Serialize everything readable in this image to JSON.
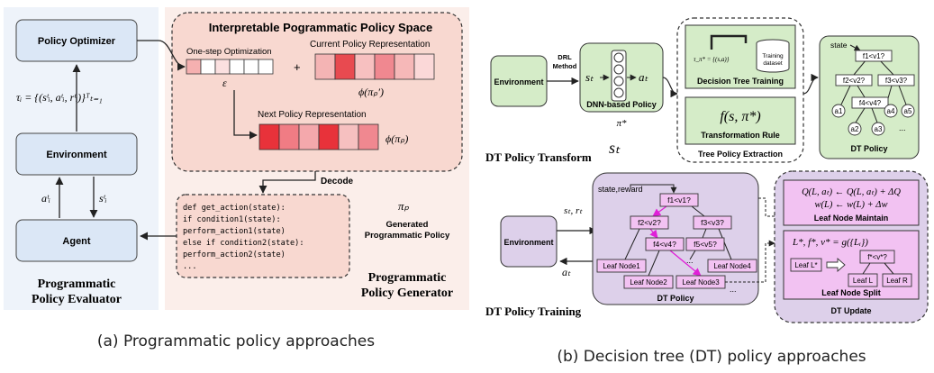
{
  "colors": {
    "blue_panel": "#eef3fa",
    "blue_box": "#dbe7f6",
    "pink_panel": "#fbeeea",
    "pink_box": "#f8d8d0",
    "green_box": "#d5ecc8",
    "purple_box": "#ddd0ea",
    "magenta_box": "#f2c2f2",
    "red_strong": "#e8323a",
    "magenta_arrow": "#e020d8"
  },
  "a": {
    "caption": "(a) Programmatic policy approaches",
    "evaluator": {
      "policy_optimizer": "Policy Optimizer",
      "environment": "Environment",
      "agent": "Agent",
      "title_line1": "Programmatic",
      "title_line2": "Policy Evaluator",
      "tau_label": "τᵢ = {(sᵗᵢ, aᵗᵢ, rᵗᵢ)}ᵀₜ₌₁",
      "action_label": "aᵗᵢ",
      "state_label": "sᵗᵢ"
    },
    "space": {
      "title": "Interpretable Pogrammatic Policy Space",
      "one_step": "One-step Optimization",
      "current_rep": "Current Policy Representation",
      "next_rep": "Next Policy Representation",
      "epsilon": "ε",
      "plus": "+",
      "phi_prev": "ϕ(πₚ′)",
      "phi_p": "ϕ(πₚ)"
    },
    "decode": "Decode",
    "code_lines": [
      "def get_action(state):",
      "  if condition1(state):",
      "    perform_action1(state)",
      "  else if condition2(state):",
      "    perform_action2(state)",
      "  ..."
    ],
    "pi_p": "πₚ",
    "generated_line1": "Generated",
    "generated_line2": "Programmatic Policy",
    "generator_line1": "Programmatic",
    "generator_line2": "Policy Generator"
  },
  "b": {
    "caption": "(b) Decision tree (DT) policy approaches",
    "transform": {
      "environment": "Environment",
      "drl_line1": "DRL",
      "drl_line2": "Method",
      "s_t": "sₜ",
      "a_t": "aₜ",
      "dnn_policy": "DNN-based Policy",
      "pi_star": "π*",
      "tau_set": "τ_π* = {(s,a)}",
      "training_line1": "Training",
      "training_line2": "dataset",
      "dt_training": "Decision Tree Training",
      "f_expr": "f(s, π*)",
      "transformation_rule": "Transformation Rule",
      "tree_extraction": "Tree Policy Extraction",
      "big_s_t": "sₜ",
      "title": "DT Policy Transform",
      "state": "state",
      "nodes": [
        "f1<v1?",
        "f2<v2?",
        "f3<v3?",
        "f4<v4?"
      ],
      "leaves": [
        "a1",
        "a4",
        "a5",
        "a2",
        "a3"
      ],
      "dots": "...",
      "dt_policy": "DT Policy"
    },
    "training": {
      "environment": "Environment",
      "state_reward": "state,reward",
      "s_r": "sₜ, rₜ",
      "a_t": "aₜ",
      "nodes": [
        "f1<v1?",
        "f2<v2?",
        "f3<v3?",
        "f4<v4?",
        "f5<v5?"
      ],
      "leaf_nodes": [
        "Leaf Node1",
        "Leaf Node4",
        "Leaf Node2",
        "Leaf Node3"
      ],
      "dots": "...",
      "dt_policy": "DT Policy",
      "title": "DT Policy Training"
    },
    "update": {
      "maintain_eq1": "Q(L, aₜ) ← Q(L, aₜ) + ΔQ",
      "maintain_eq2": "w(L) ← w(L) + Δw",
      "maintain_title": "Leaf Node Maintain",
      "split_eq": "L*, f*, v* = g({Lᵢ})",
      "leaf_star": "Leaf L*",
      "split_node": "f*<v*?",
      "leaf_l": "Leaf L",
      "leaf_r": "Leaf R",
      "split_title": "Leaf Node Split",
      "title": "DT Update"
    }
  }
}
